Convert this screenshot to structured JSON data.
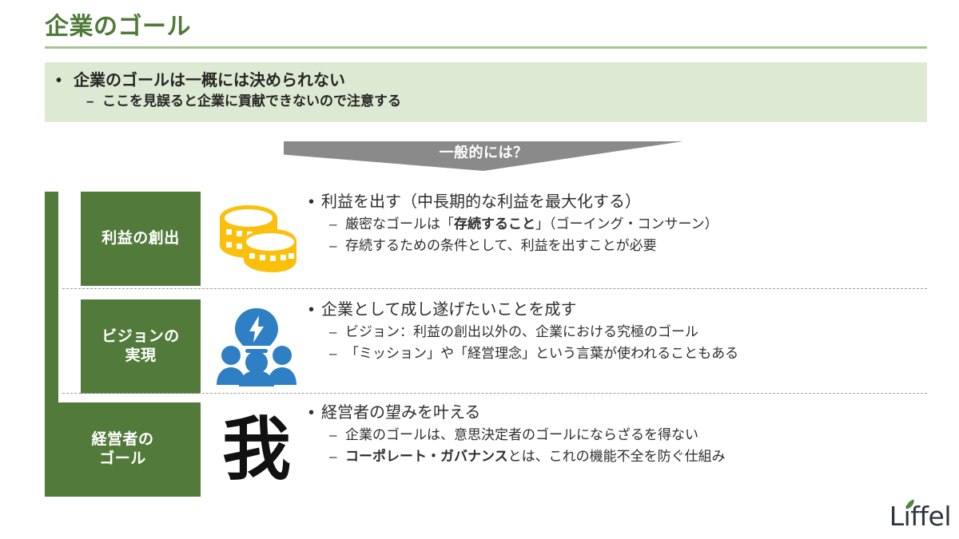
{
  "slide": {
    "title": "企業のゴール",
    "accent_green": "#527B3B",
    "title_green": "#4E7A37",
    "lead_bg": "#DDEAD3",
    "chevron_gray": "#8A8A8A",
    "coin_gold": "#FBC00B",
    "people_blue": "#2E7FC4"
  },
  "lead": {
    "bullet": "•",
    "line1": "企業のゴールは一概には決められない",
    "dash": "–",
    "line2": "ここを見誤ると企業に貢献できないので注意する"
  },
  "chevron": {
    "label": "一般的には？"
  },
  "rows": [
    {
      "tag": "利益の創出",
      "icon": "coins-icon",
      "bullet": "•",
      "main": "利益を出す（中長期的な利益を最大化する）",
      "subs": [
        {
          "dash": "–",
          "pre": "厳密なゴールは「",
          "bold": "存続すること",
          "post": "」（ゴーイング・コンサーン）"
        },
        {
          "dash": "–",
          "pre": "存続するための条件として、利益を出すことが必要",
          "bold": "",
          "post": ""
        }
      ]
    },
    {
      "tag": "ビジョンの\n実現",
      "tag_line1": "ビジョンの",
      "tag_line2": "実現",
      "icon": "lightbulb-people-icon",
      "bullet": "•",
      "main": "企業として成し遂げたいことを成す",
      "subs": [
        {
          "dash": "–",
          "pre": "ビジョン：利益の創出以外の、企業における究極のゴール",
          "bold": "",
          "post": ""
        },
        {
          "dash": "–",
          "pre": "「ミッション」や「経営理念」という言葉が使われることもある",
          "bold": "",
          "post": ""
        }
      ]
    },
    {
      "tag": "経営者の\nゴール",
      "tag_line1": "経営者の",
      "tag_line2": "ゴール",
      "icon": "kanji-ware-icon",
      "icon_glyph": "我",
      "bullet": "•",
      "main": "経営者の望みを叶える",
      "subs": [
        {
          "dash": "–",
          "pre": "企業のゴールは、意思決定者のゴールにならざるを得ない",
          "bold": "",
          "post": ""
        },
        {
          "dash": "–",
          "pre": "",
          "bold": "コーポレート・ガバナンス",
          "post": "とは、これの機能不全を防ぐ仕組み"
        }
      ]
    }
  ],
  "logo": {
    "text": "Liffel"
  }
}
